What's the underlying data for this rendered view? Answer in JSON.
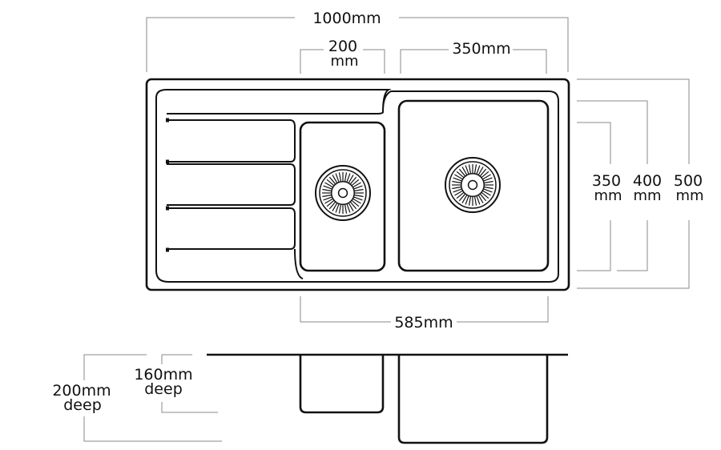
{
  "top_view": {
    "overall_width": "1000mm",
    "small_bowl_width_value": "200",
    "small_bowl_width_unit": "mm",
    "large_bowl_width": "350mm",
    "bowls_span": "585mm",
    "bowl_height_value": "350",
    "inner_height_value": "400",
    "overall_height_value": "500",
    "height_unit": "mm"
  },
  "section_view": {
    "large_depth_value": "200mm",
    "large_depth_word": "deep",
    "small_depth_value": "160mm",
    "small_depth_word": "deep"
  },
  "colors": {
    "outline": "#111111",
    "dimension_line": "#8a8a8a"
  }
}
